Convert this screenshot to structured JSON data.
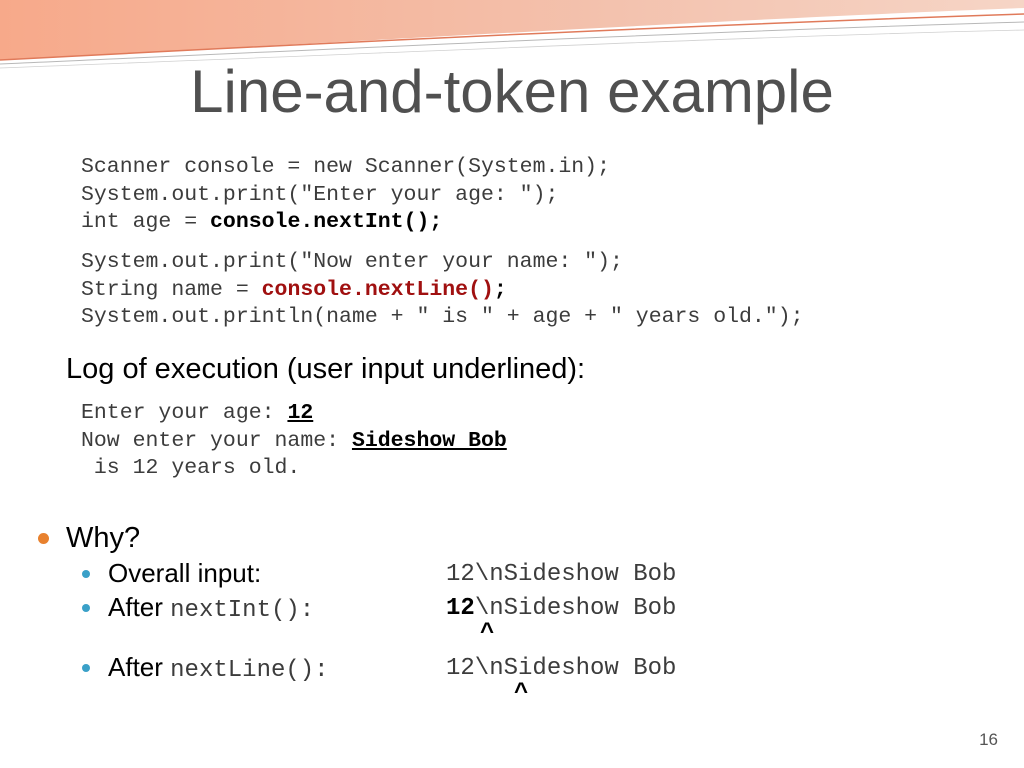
{
  "slide": {
    "title": "Line-and-token example",
    "page_number": "16"
  },
  "code_block_1": [
    "Scanner console = new Scanner(System.in);",
    "System.out.print(\"Enter your age: \");",
    "int age = ",
    "console.nextInt()",
    ";"
  ],
  "code_block_2": {
    "line1": "System.out.print(\"Now enter your name: \");",
    "line2_prefix": "String name = ",
    "line2_call": "console.nextLine()",
    "line2_suffix": ";",
    "line3": "System.out.println(name + \" is \" + age + \" years old.\");"
  },
  "log": {
    "heading": "Log of execution (user input underlined):",
    "line1_prompt": "Enter your age: ",
    "line1_input": "12",
    "line2_prompt": "Now enter your name: ",
    "line2_input": "Sideshow Bob",
    "line3": " is 12 years old."
  },
  "bullets": {
    "why": "Why?",
    "overall_label": "Overall input:",
    "overall_value": "12\\nSideshow Bob",
    "after_nextint_label": "After",
    "after_nextint_method": "nextInt():",
    "after_nextint_bold": "12",
    "after_nextint_rest": "\\nSideshow Bob",
    "caret": "^",
    "after_nextline_label": "After",
    "after_nextline_method": "nextLine():",
    "after_nextline_value": "12\\nSideshow Bob"
  },
  "colors": {
    "title": "#505050",
    "bullet_orange": "#e8812e",
    "bullet_blue": "#3aa0c8",
    "highlight_red": "#a01010"
  }
}
